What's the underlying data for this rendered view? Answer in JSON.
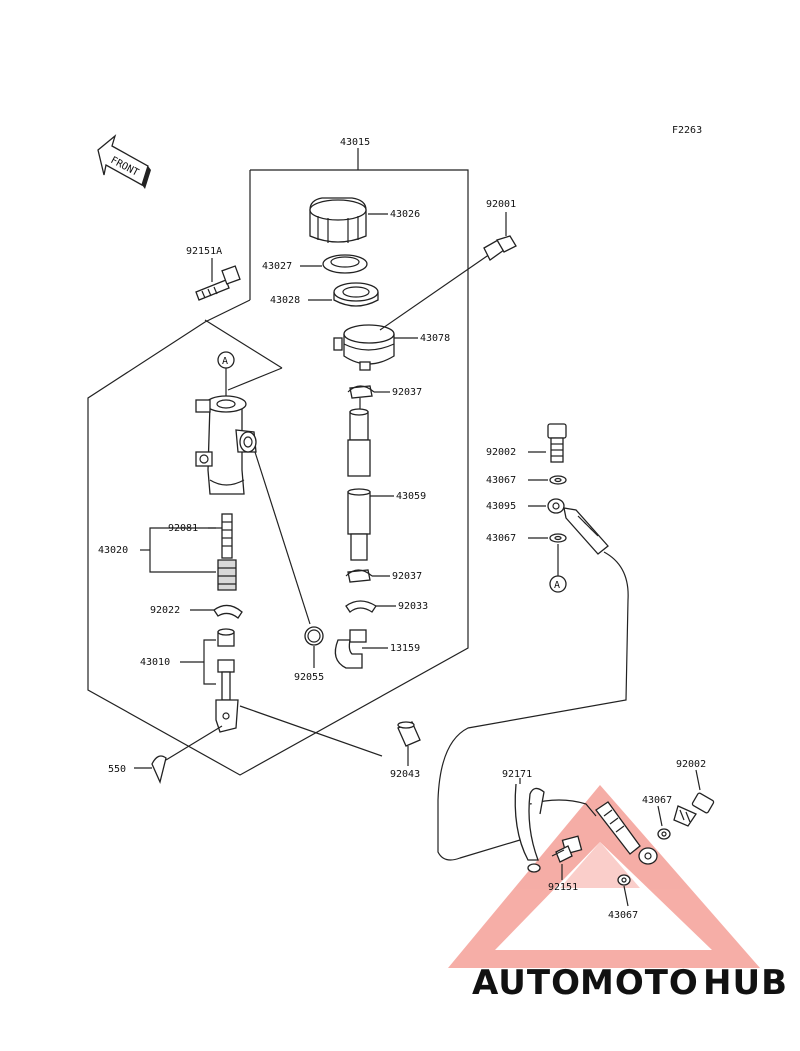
{
  "diagram": {
    "ref_code": "F2263",
    "front_label": "FRONT",
    "callout_a": "A",
    "labels": {
      "p43015": "43015",
      "p43026": "43026",
      "p43027": "43027",
      "p43028": "43028",
      "p43078": "43078",
      "p92001": "92001",
      "p92151a": "92151A",
      "p92037_top": "92037",
      "p92037_bottom": "92037",
      "p43059": "43059",
      "p92002_top": "92002",
      "p43067_a": "43067",
      "p43095": "43095",
      "p43067_b": "43067",
      "p92081": "92081",
      "p43020": "43020",
      "p92022": "92022",
      "p92033": "92033",
      "p43010": "43010",
      "p13159": "13159",
      "p92055": "92055",
      "p550": "550",
      "p92043": "92043",
      "p92171": "92171",
      "p92002_bottom": "92002",
      "p43067_c": "43067",
      "p92151": "92151",
      "p43067_d": "43067"
    }
  },
  "watermark": {
    "part1": "AUTO",
    "part2": "MOTO",
    "part3": "HUB",
    "colors": {
      "part1": "#f5b94a",
      "part2": "#ef8a7e",
      "part3": "#7a7a7a",
      "triangle": "#ee6b5f"
    }
  }
}
